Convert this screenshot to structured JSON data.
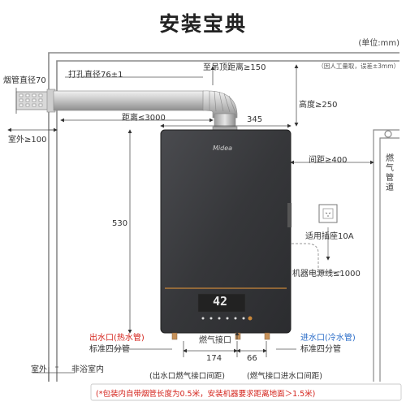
{
  "title": "安装宝典",
  "unit": "(单位:mm)",
  "tolerance_note": "（因人工量取，误差±3mm）",
  "labels": {
    "flue_diameter": "烟管直径70",
    "hole_diameter": "打孔直径76±1",
    "ceiling_distance": "至吊顶距离≥150",
    "height": "高度≥250",
    "distance": "距离≤3000",
    "outdoor_min": "室外≥100",
    "width": "345",
    "spacing": "间距≥400",
    "body_height": "530",
    "socket": "适用插座10A",
    "power_cord": "机器电源线≤1000",
    "gas_pipe": "燃气管道",
    "hot_water_out": "出水口(热水管)",
    "hot_std": "标准四分管",
    "cold_water_in": "进水口(冷水管)",
    "cold_std": "标准四分管",
    "gas_inlet": "燃气接口",
    "dim_174": "174",
    "dim_66": "66",
    "gap_left": "(出水口燃气接口间距)",
    "gap_right": "(燃气接口进水口间距)",
    "outdoor": "室外",
    "indoor": "非浴室内",
    "footnote": "(*包装内自带烟管长度为0.5米，安装机器要求距离地面＞1.5米)",
    "brand": "Midea",
    "display_temp": "42"
  },
  "colors": {
    "wall": "#8a8a8a",
    "heater_body": "#3a3b3e",
    "accent_line": "#c9873a",
    "pipe": "#bdbdbd",
    "red_text": "#d4241c",
    "blue_text": "#2a6cc8"
  }
}
